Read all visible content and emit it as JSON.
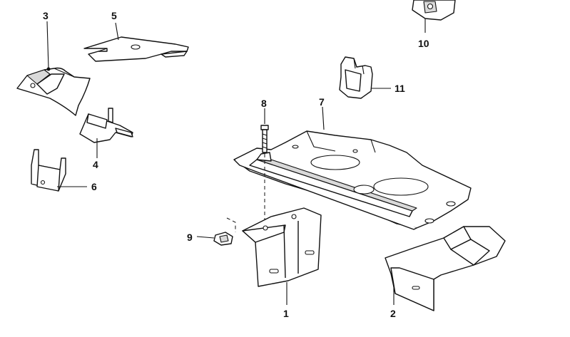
{
  "callouts": [
    {
      "id": "p1",
      "label": "1"
    },
    {
      "id": "p2",
      "label": "2"
    },
    {
      "id": "p3",
      "label": "3"
    },
    {
      "id": "p4",
      "label": "4"
    },
    {
      "id": "p5",
      "label": "5"
    },
    {
      "id": "p6",
      "label": "6"
    },
    {
      "id": "p7",
      "label": "7"
    },
    {
      "id": "p8",
      "label": "8"
    },
    {
      "id": "p9",
      "label": "9"
    },
    {
      "id": "p10",
      "label": "10"
    },
    {
      "id": "p11",
      "label": "11"
    }
  ]
}
